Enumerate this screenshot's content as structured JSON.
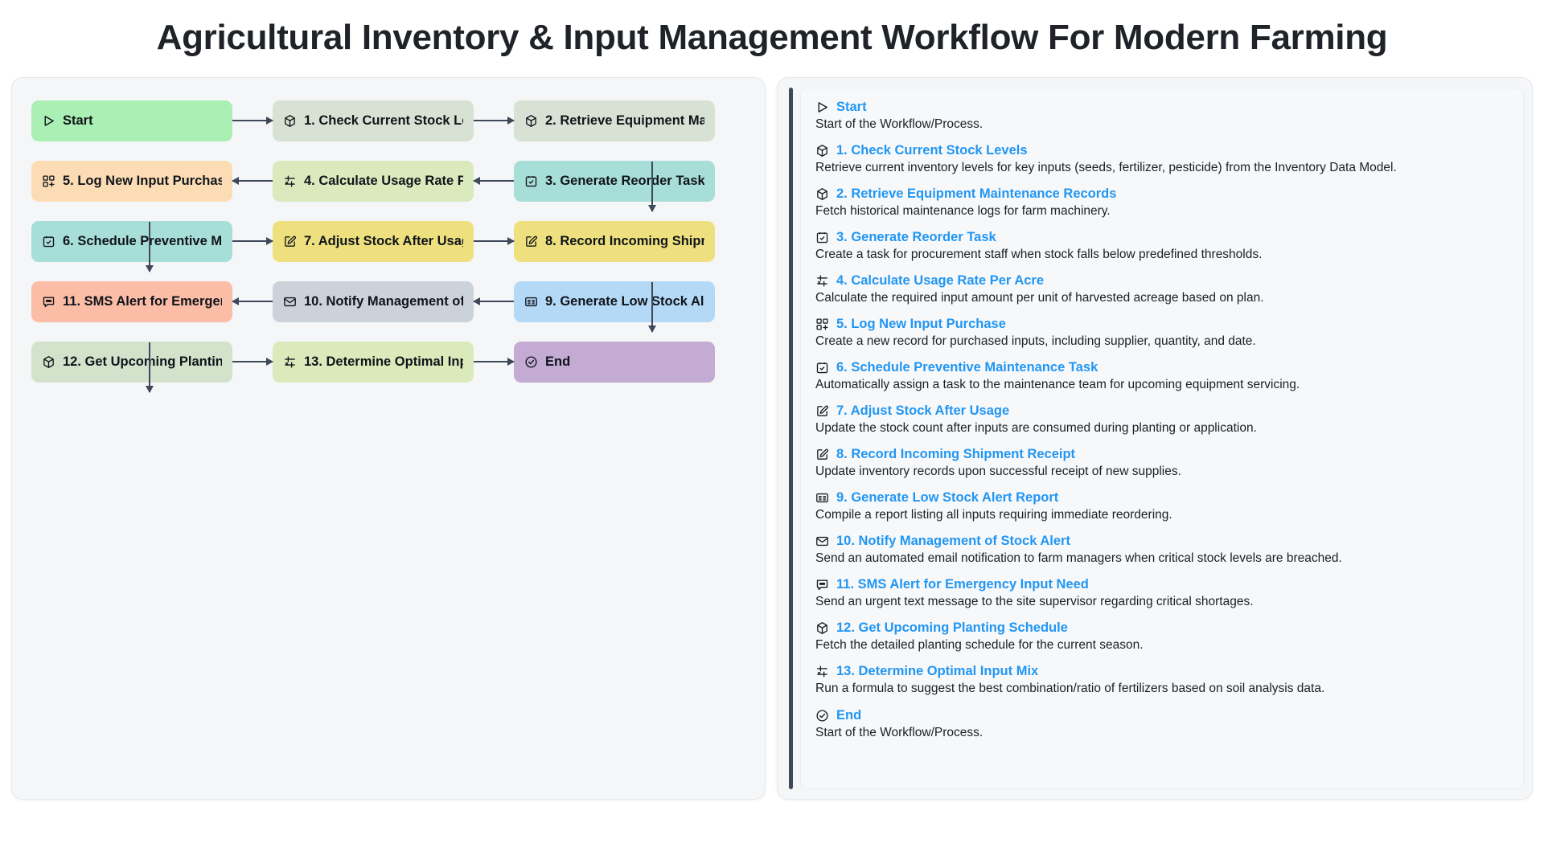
{
  "title": "Agricultural Inventory & Input Management Workflow For Modern Farming",
  "colors": {
    "accent_blue": "#2196f3",
    "arrow": "#3d4859",
    "panel_bg": "#f5f6f8",
    "text": "#1b1f24"
  },
  "flow": {
    "nodes": [
      {
        "id": "start",
        "label": "Start",
        "icon": "play-icon",
        "color": "#aaf0b4"
      },
      {
        "id": "n1",
        "label": "1. Check Current Stock Levels",
        "icon": "cube-icon",
        "color": "#d8e2d4"
      },
      {
        "id": "n2",
        "label": "2. Retrieve Equipment Maintenance Records",
        "icon": "cube-icon",
        "color": "#d8e2d4"
      },
      {
        "id": "n5",
        "label": "5. Log New Input Purchase",
        "icon": "grid-plus-icon",
        "color": "#fcdcb4"
      },
      {
        "id": "n4",
        "label": "4. Calculate Usage Rate Per Acre",
        "icon": "function-icon",
        "color": "#daeabd"
      },
      {
        "id": "n3",
        "label": "3. Generate Reorder Task",
        "icon": "task-check-icon",
        "color": "#a8ded8"
      },
      {
        "id": "n6",
        "label": "6. Schedule Preventive Maintenance Task",
        "icon": "task-check-icon",
        "color": "#a8ded8"
      },
      {
        "id": "n7",
        "label": "7. Adjust Stock After Usage",
        "icon": "edit-icon",
        "color": "#eee07e"
      },
      {
        "id": "n8",
        "label": "8. Record Incoming Shipment Receipt",
        "icon": "edit-icon",
        "color": "#eee07e"
      },
      {
        "id": "n11",
        "label": "11. SMS Alert for Emergency Input Need",
        "icon": "sms-icon",
        "color": "#fbbda6"
      },
      {
        "id": "n10",
        "label": "10. Notify Management of Stock Alert",
        "icon": "mail-icon",
        "color": "#ccd2da"
      },
      {
        "id": "n9",
        "label": "9. Generate Low Stock Alert Report",
        "icon": "report-icon",
        "color": "#b4d9f7"
      },
      {
        "id": "n12",
        "label": "12. Get Upcoming Planting Schedule",
        "icon": "cube-icon",
        "color": "#d2e2cb"
      },
      {
        "id": "n13",
        "label": "13. Determine Optimal Input Mix",
        "icon": "function-icon",
        "color": "#dbeabb"
      },
      {
        "id": "end",
        "label": "End",
        "icon": "check-circle-icon",
        "color": "#c3abd4"
      }
    ]
  },
  "legend": {
    "items": [
      {
        "icon": "play-icon",
        "title": "Start",
        "desc": "Start of the Workflow/Process."
      },
      {
        "icon": "cube-icon",
        "title": "1. Check Current Stock Levels",
        "desc": "Retrieve current inventory levels for key inputs (seeds, fertilizer, pesticide) from the Inventory Data Model."
      },
      {
        "icon": "cube-icon",
        "title": "2. Retrieve Equipment Maintenance Records",
        "desc": "Fetch historical maintenance logs for farm machinery."
      },
      {
        "icon": "task-check-icon",
        "title": "3. Generate Reorder Task",
        "desc": "Create a task for procurement staff when stock falls below predefined thresholds."
      },
      {
        "icon": "function-icon",
        "title": "4. Calculate Usage Rate Per Acre",
        "desc": "Calculate the required input amount per unit of harvested acreage based on plan."
      },
      {
        "icon": "grid-plus-icon",
        "title": "5. Log New Input Purchase",
        "desc": "Create a new record for purchased inputs, including supplier, quantity, and date."
      },
      {
        "icon": "task-check-icon",
        "title": "6. Schedule Preventive Maintenance Task",
        "desc": "Automatically assign a task to the maintenance team for upcoming equipment servicing."
      },
      {
        "icon": "edit-icon",
        "title": "7. Adjust Stock After Usage",
        "desc": "Update the stock count after inputs are consumed during planting or application."
      },
      {
        "icon": "edit-icon",
        "title": "8. Record Incoming Shipment Receipt",
        "desc": "Update inventory records upon successful receipt of new supplies."
      },
      {
        "icon": "report-icon",
        "title": "9. Generate Low Stock Alert Report",
        "desc": "Compile a report listing all inputs requiring immediate reordering."
      },
      {
        "icon": "mail-icon",
        "title": "10. Notify Management of Stock Alert",
        "desc": "Send an automated email notification to farm managers when critical stock levels are breached."
      },
      {
        "icon": "sms-icon",
        "title": "11. SMS Alert for Emergency Input Need",
        "desc": "Send an urgent text message to the site supervisor regarding critical shortages."
      },
      {
        "icon": "cube-icon",
        "title": "12. Get Upcoming Planting Schedule",
        "desc": "Fetch the detailed planting schedule for the current season."
      },
      {
        "icon": "function-icon",
        "title": "13. Determine Optimal Input Mix",
        "desc": "Run a formula to suggest the best combination/ratio of fertilizers based on soil analysis data."
      },
      {
        "icon": "check-circle-icon",
        "title": "End",
        "desc": "Start of the Workflow/Process."
      }
    ]
  }
}
